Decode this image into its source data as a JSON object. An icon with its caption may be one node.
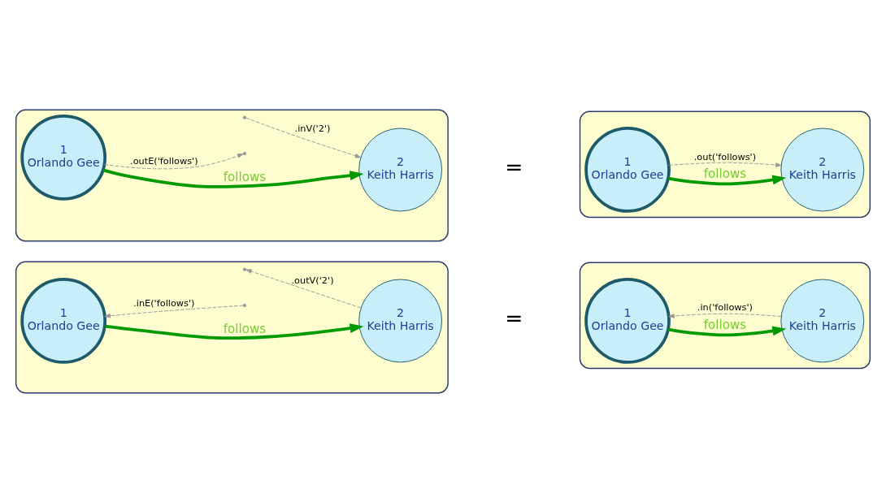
{
  "diagram": {
    "nodes": [
      {
        "text": [],
        "shape": "box"
      },
      {
        "text": [
          "1",
          "Orlando Gee"
        ],
        "in": 0
      },
      {
        "text": [
          "2",
          "Keith Harris"
        ],
        "in": 0
      },
      {
        "text": [],
        "shape": "box"
      },
      {
        "text": [
          "1",
          "Orlando Gee"
        ],
        "in": 3
      },
      {
        "text": [
          "2",
          "Keith Harris"
        ],
        "in": 3
      },
      {
        "text": [],
        "shape": "box"
      },
      {
        "text": [
          "1",
          "Orlando Gee"
        ],
        "in": 6
      },
      {
        "text": [
          "2",
          "Keith Harris"
        ],
        "in": 6
      },
      {
        "text": [],
        "shape": "box"
      },
      {
        "text": [
          "1",
          "Orlando Gee"
        ],
        "in": 9
      },
      {
        "text": [
          "2",
          "Keith Harris"
        ],
        "in": 9
      }
    ],
    "edges": [
      {
        "from": 1,
        "to": 2,
        "arrow": "to",
        "label": "follows",
        "style": "thick",
        "color": "#009900"
      },
      {
        "from": null,
        "to": 1,
        "arrow": "to",
        "label": ".inE('follows')",
        "style": "dashed"
      },
      {
        "from": 2,
        "to": null,
        "arrow": "to",
        "label": ".outV('2')",
        "style": "dashed"
      },
      {
        "from": 4,
        "to": 5,
        "arrow": "to",
        "label": "follows",
        "style": "thick",
        "color": "#009900"
      },
      {
        "from": 5,
        "to": 4,
        "arrow": "to",
        "label": ".in('follows')",
        "style": "dashed"
      },
      {
        "from": 7,
        "to": 8,
        "arrow": "to",
        "label": "follows",
        "style": "thick",
        "color": "#009900"
      },
      {
        "from": 7,
        "to": null,
        "arrow": "to",
        "label": ".outE('follows')",
        "style": "dashed"
      },
      {
        "from": null,
        "to": 8,
        "arrow": "to",
        "label": ".inV('2')",
        "style": "dashed"
      },
      {
        "from": 10,
        "to": 11,
        "arrow": "to",
        "label": "follows",
        "style": "thick",
        "color": "#009900"
      },
      {
        "from": 10,
        "to": 11,
        "arrow": "to",
        "label": ".out('follows')",
        "style": "dashed"
      }
    ],
    "labels": [
      "=",
      "="
    ]
  }
}
